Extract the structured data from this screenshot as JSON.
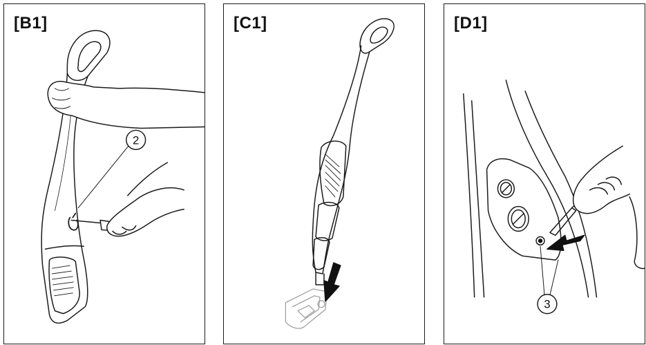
{
  "panels": [
    {
      "label": "[B1]",
      "callout": "2"
    },
    {
      "label": "[C1]"
    },
    {
      "label": "[D1]",
      "callout": "3"
    }
  ]
}
